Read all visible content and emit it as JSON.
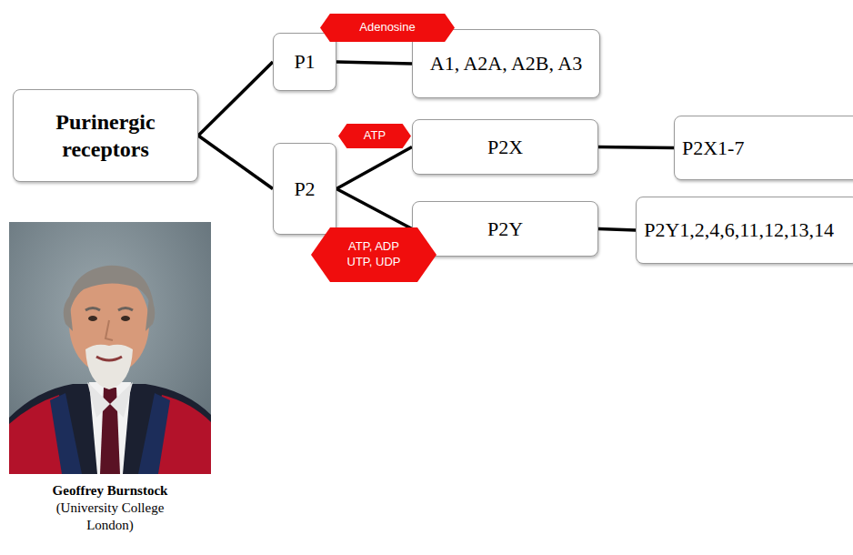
{
  "diagram": {
    "nodes": [
      {
        "text": [
          "Purinergic receptors"
        ]
      },
      {
        "text": [
          "Adenosine"
        ]
      },
      {
        "text": [
          "P1"
        ]
      },
      {
        "text": [
          "A1, A2A, A2B, A3"
        ]
      },
      {
        "text": [
          "ATP"
        ]
      },
      {
        "text": [
          "P2"
        ]
      },
      {
        "text": [
          "P2X"
        ]
      },
      {
        "text": [
          "P2X1-7"
        ]
      },
      {
        "text": [
          "P2Y"
        ]
      },
      {
        "text": [
          "ATP, ADP UTP, UDP"
        ]
      },
      {
        "text": [
          "P2Y1,2,4,6,11,12,13,14"
        ]
      }
    ],
    "edges": [
      {
        "from": 0,
        "to": 2,
        "arrow": "none"
      },
      {
        "from": 0,
        "to": 5,
        "arrow": "none"
      },
      {
        "from": 2,
        "to": 3,
        "arrow": "none"
      },
      {
        "from": 5,
        "to": 6,
        "arrow": "none"
      },
      {
        "from": 5,
        "to": 8,
        "arrow": "none"
      },
      {
        "from": 6,
        "to": 7,
        "arrow": "none"
      },
      {
        "from": 8,
        "to": 10,
        "arrow": "none"
      }
    ],
    "labels": [
      "Geoffrey Burnstock",
      "(University College London)"
    ]
  }
}
